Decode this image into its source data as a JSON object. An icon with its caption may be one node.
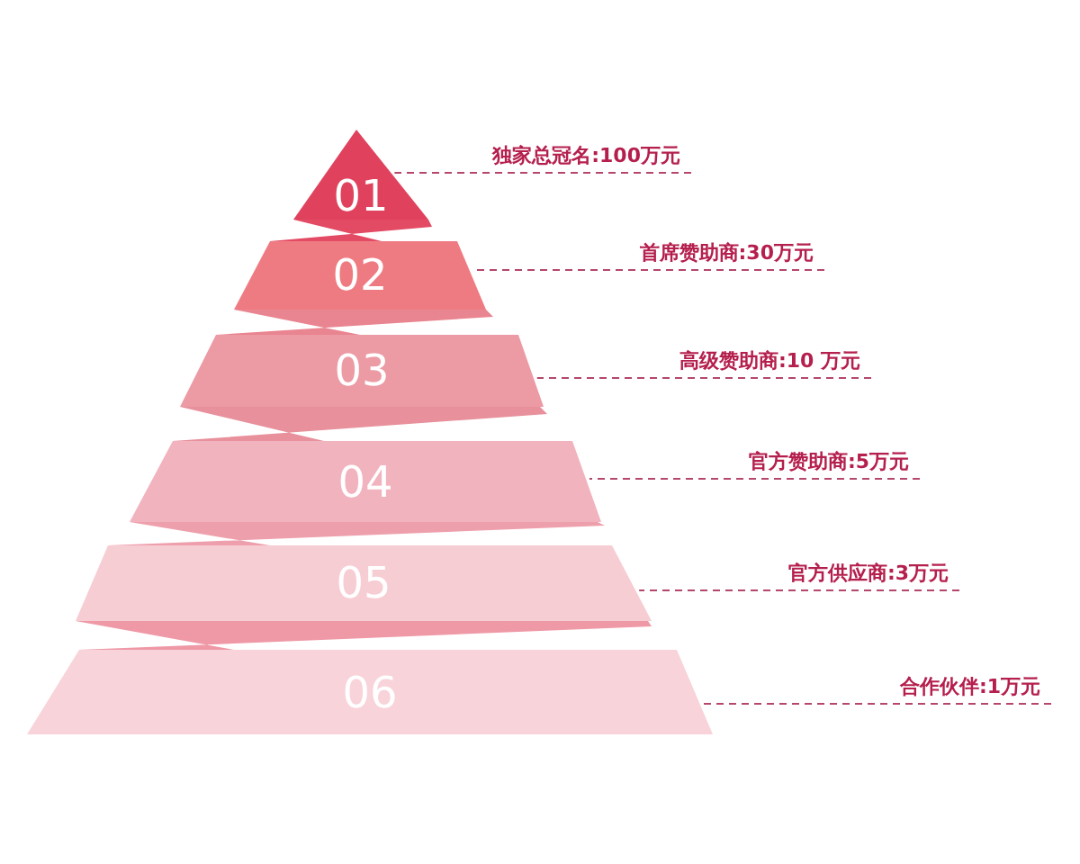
{
  "diagram": {
    "nodes": [
      {
        "text": [
          "01"
        ]
      },
      {
        "text": [
          "02"
        ]
      },
      {
        "text": [
          "03"
        ]
      },
      {
        "text": [
          "04"
        ]
      },
      {
        "text": [
          "05"
        ]
      },
      {
        "text": [
          "06"
        ]
      },
      {
        "text": [
          "独家总冠名:100万元"
        ]
      },
      {
        "text": [
          "首席赞助商:30万元"
        ]
      },
      {
        "text": [
          "高级赞助商:10 万元"
        ]
      },
      {
        "text": [
          "官方赞助商:5万元"
        ]
      },
      {
        "text": [
          "官方供应商:3万元"
        ]
      },
      {
        "text": [
          "合作伙伴:1万元"
        ]
      }
    ],
    "edges": [
      {
        "from": 6,
        "to": 0,
        "arrow": "none",
        "style": "dashed"
      },
      {
        "from": 7,
        "to": 1,
        "arrow": "none",
        "style": "dashed"
      },
      {
        "from": 8,
        "to": 2,
        "arrow": "none",
        "style": "dashed"
      },
      {
        "from": 9,
        "to": 3,
        "arrow": "none",
        "style": "dashed"
      },
      {
        "from": 10,
        "to": 4,
        "arrow": "none",
        "style": "dashed"
      },
      {
        "from": 11,
        "to": 5,
        "arrow": "none",
        "style": "dashed"
      }
    ]
  }
}
